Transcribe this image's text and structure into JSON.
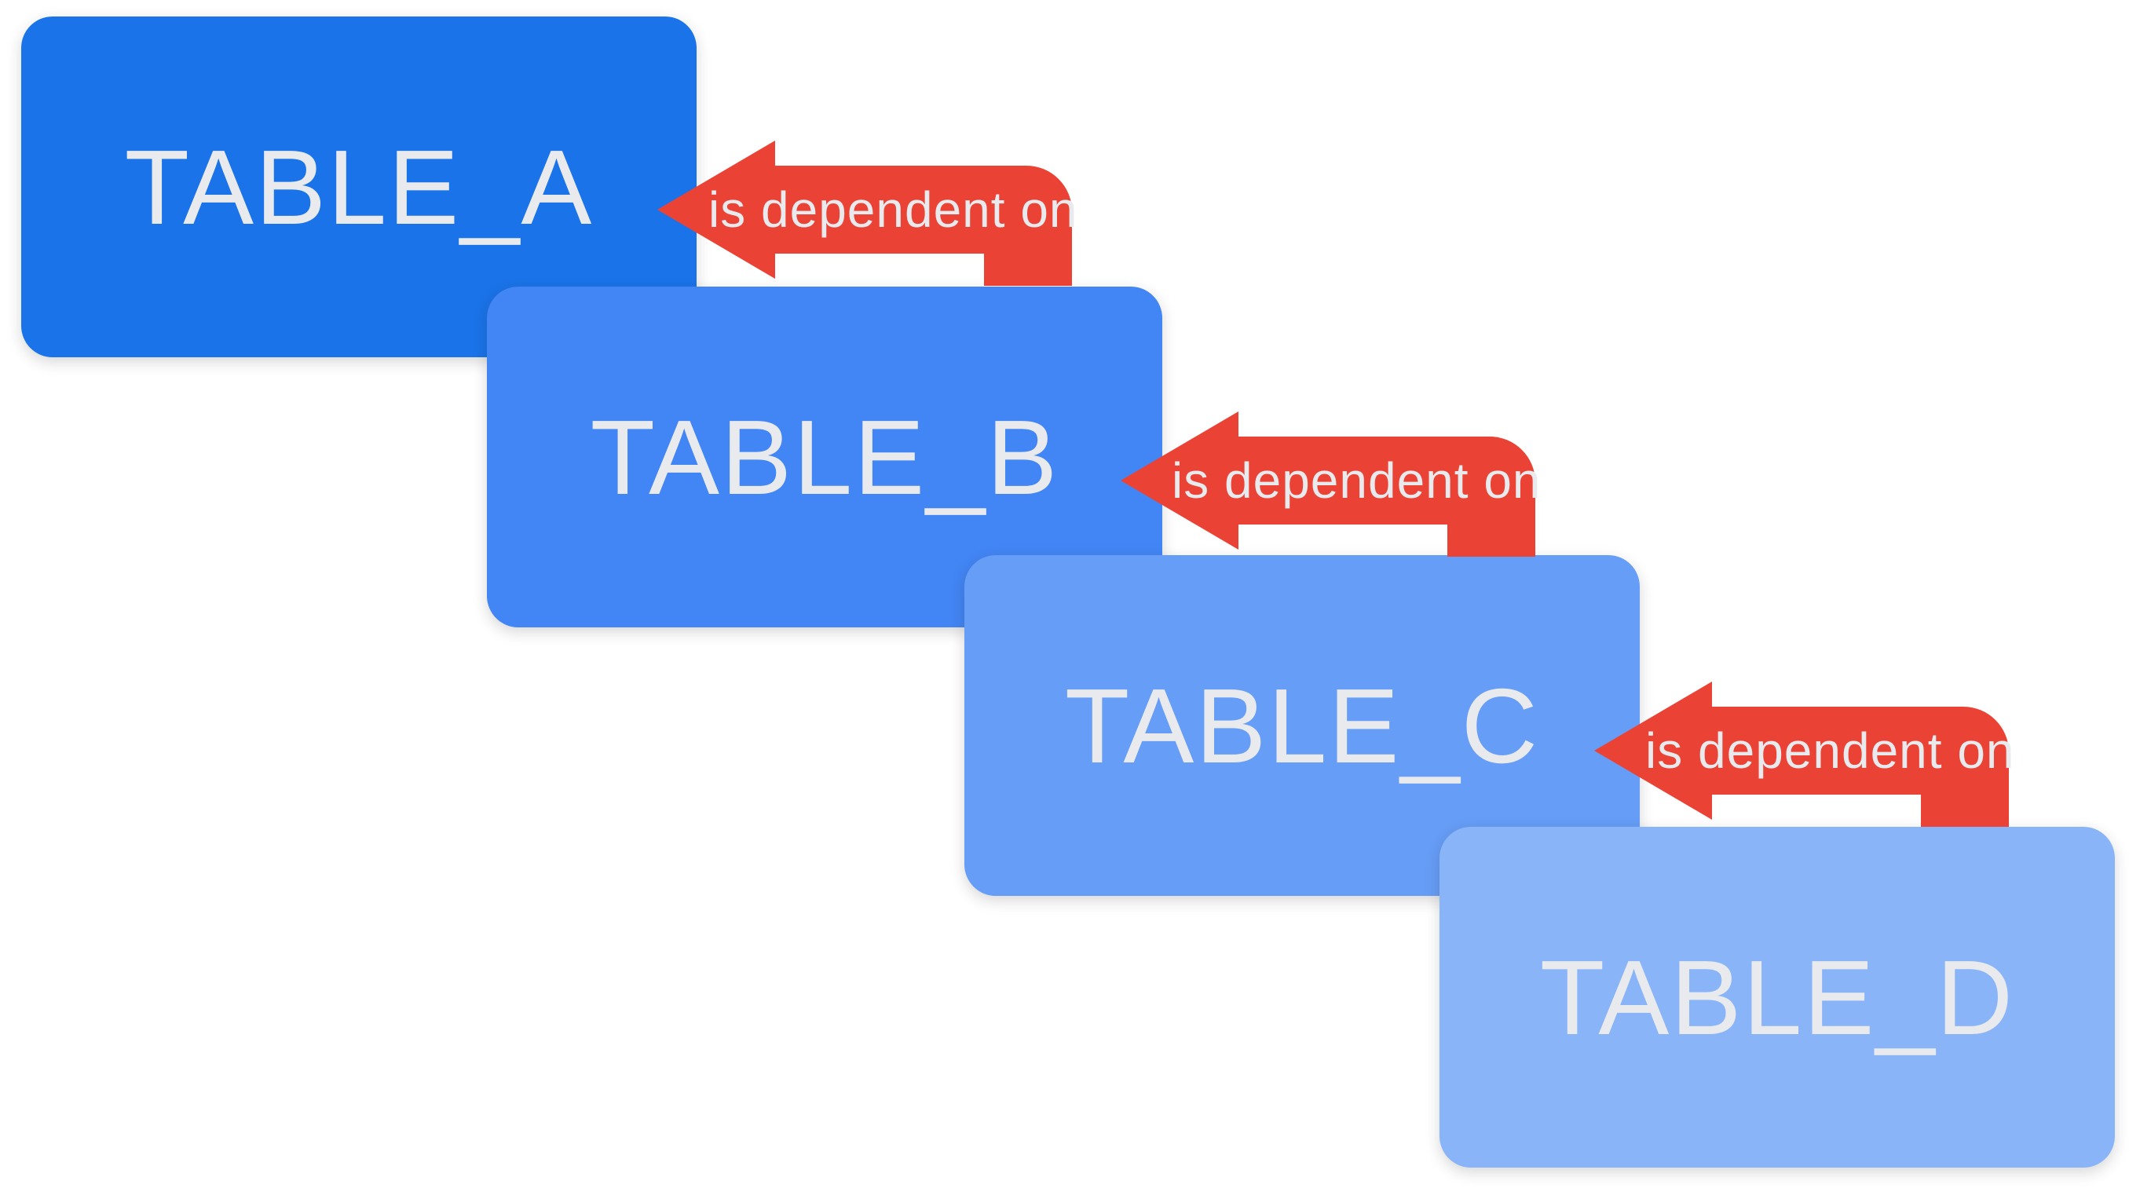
{
  "diagram": {
    "background_color": "#ffffff",
    "relation": {
      "label": "is dependent on",
      "arrow_color": "#EA4335",
      "text_color": "#E8EAED"
    },
    "tables": [
      {
        "label": "TABLE_A",
        "color": "#1A73E8"
      },
      {
        "label": "TABLE_B",
        "color": "#4285F4"
      },
      {
        "label": "TABLE_C",
        "color": "#669DF6"
      },
      {
        "label": "TABLE_D",
        "color": "#8AB4F8"
      }
    ],
    "arrows": [
      {
        "label": "is dependent on",
        "from": "TABLE_B",
        "to": "TABLE_A"
      },
      {
        "label": "is dependent on",
        "from": "TABLE_C",
        "to": "TABLE_B"
      },
      {
        "label": "is dependent on",
        "from": "TABLE_D",
        "to": "TABLE_C"
      }
    ]
  }
}
